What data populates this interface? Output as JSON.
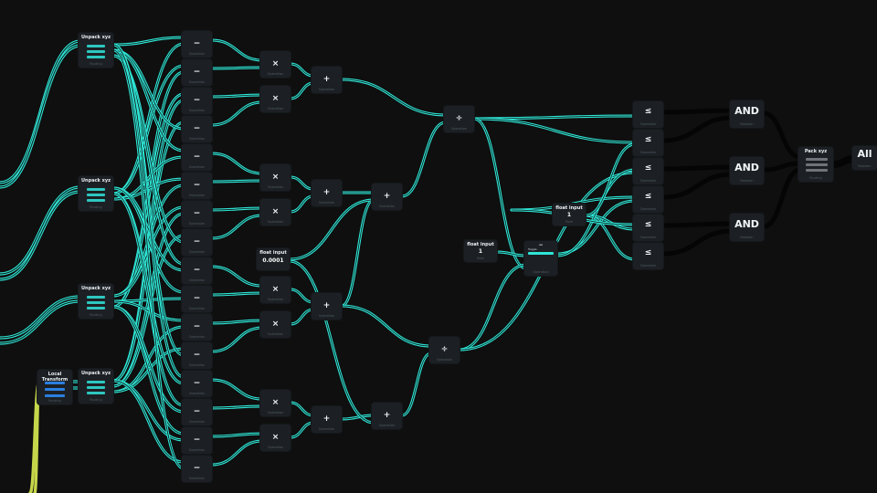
{
  "node_labels": {
    "unpack": "Unpack xyz",
    "local_transform": "Local Transform",
    "float_input": "float input",
    "pack": "Pack xyz",
    "operation": "Operation",
    "routing": "Routing",
    "boolean": "Boolean",
    "float": "float"
  },
  "symbols": {
    "subtract": "−",
    "multiply": "×",
    "add": "+",
    "divide": "÷",
    "less_equal": "≤",
    "and": "AND",
    "all": "All"
  },
  "float_inputs": {
    "epsilon": "0.0001",
    "one_a": "1",
    "one_b": "1"
  },
  "toggle_label": "Toggle",
  "colors": {
    "background": "#0f0f0f",
    "node": "#1c2024",
    "float_wire": "#2ee6d6",
    "bool_wire": "#050505",
    "transform_wire": "#c6d64a",
    "vector_port": "#2a7fe0"
  }
}
